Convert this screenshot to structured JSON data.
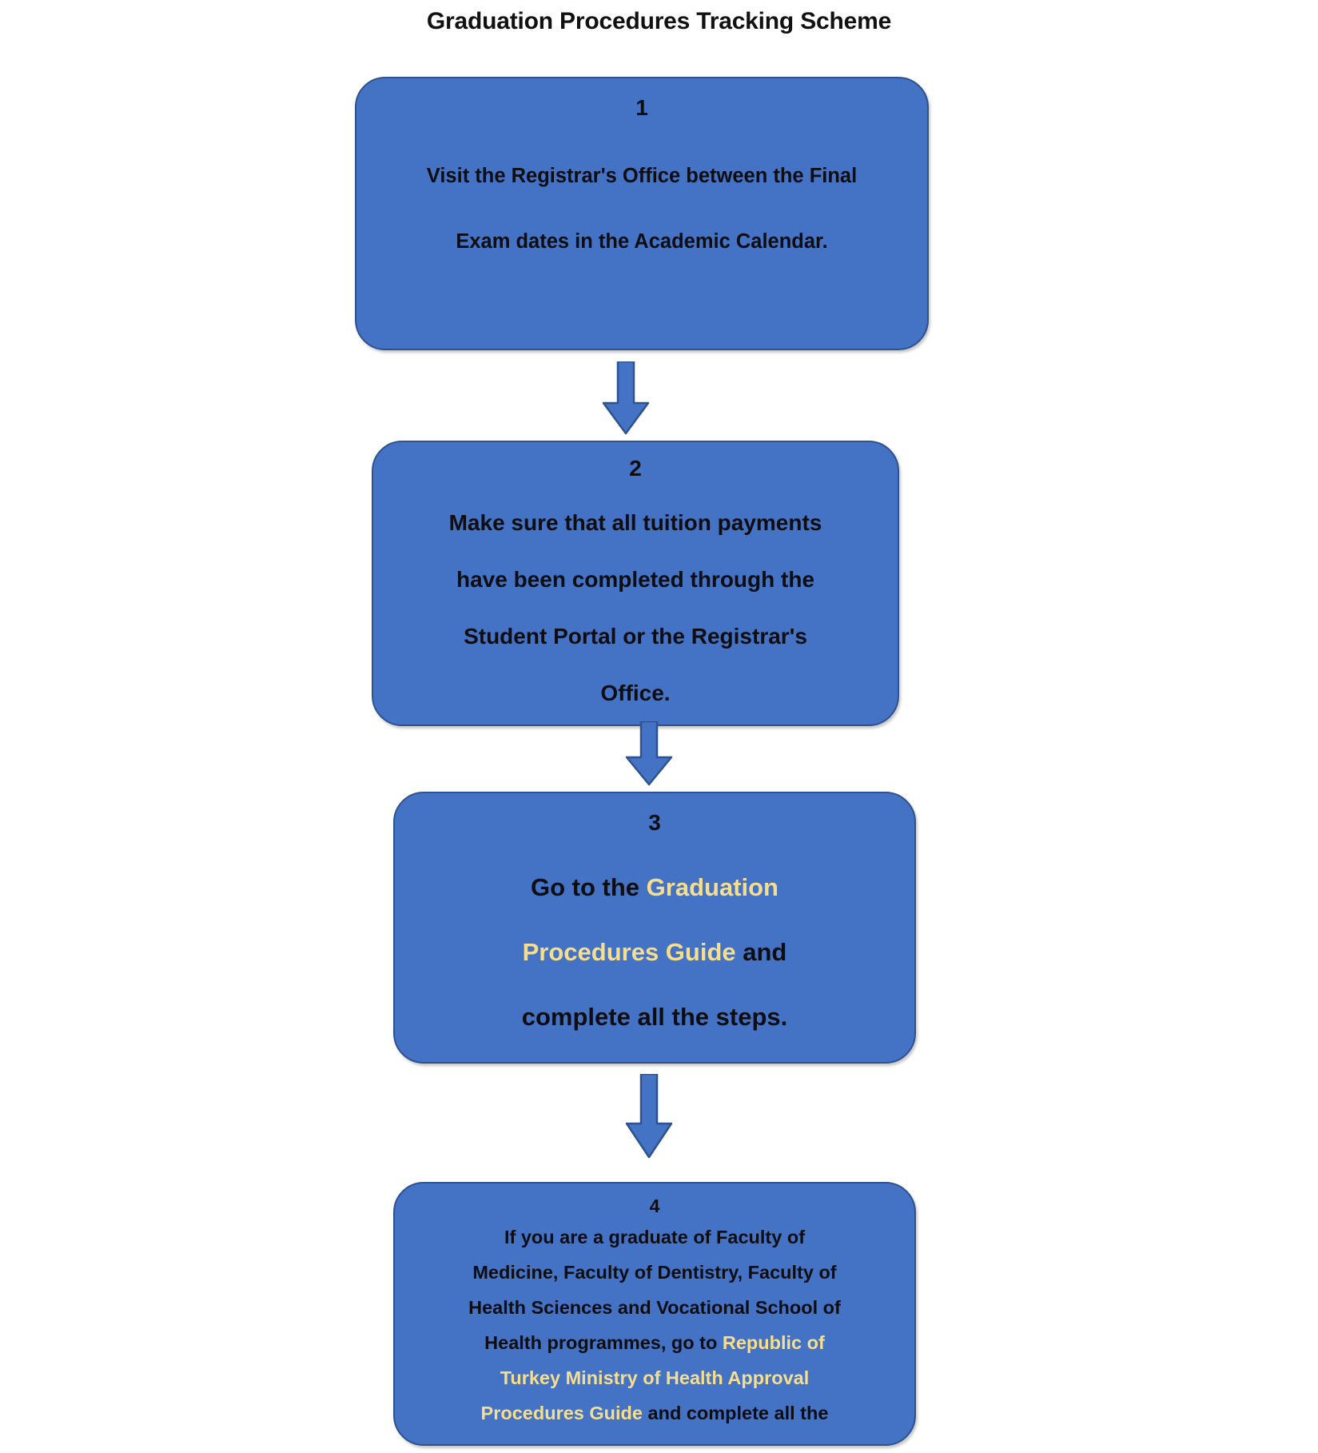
{
  "diagram": {
    "title": "Graduation Procedures Tracking Scheme",
    "type": "flowchart",
    "orientation": "vertical",
    "colors": {
      "box_fill": "#4472C4",
      "box_border": "#2E528F",
      "text": "#0d0d12",
      "highlight_text": "#F6DE8D",
      "arrow_fill": "#4472C4",
      "arrow_border": "#2E528F",
      "background": "#FFFFFF"
    },
    "steps": [
      {
        "number": "1",
        "lines": [
          {
            "segments": [
              {
                "text": "Visit the Registrar's Office between the Final",
                "highlight": false
              }
            ]
          },
          {
            "segments": [
              {
                "text": "Exam dates in the Academic Calendar.",
                "highlight": false
              }
            ]
          }
        ]
      },
      {
        "number": "2",
        "clipped": true,
        "lines": [
          {
            "segments": [
              {
                "text": "Make sure that all tuition payments",
                "highlight": false
              }
            ]
          },
          {
            "segments": [
              {
                "text": "have been completed through the",
                "highlight": false
              }
            ]
          },
          {
            "segments": [
              {
                "text": "Student Portal or the Registrar's",
                "highlight": false
              }
            ]
          },
          {
            "segments": [
              {
                "text": "Office.",
                "highlight": false
              }
            ]
          }
        ]
      },
      {
        "number": "3",
        "lines": [
          {
            "segments": [
              {
                "text": "Go to the ",
                "highlight": false
              },
              {
                "text": "Graduation",
                "highlight": true
              }
            ]
          },
          {
            "segments": [
              {
                "text": "Procedures Guide",
                "highlight": true
              },
              {
                "text": " and",
                "highlight": false
              }
            ]
          },
          {
            "segments": [
              {
                "text": "complete all the steps.",
                "highlight": false
              }
            ]
          }
        ]
      },
      {
        "number": "4",
        "clipped": true,
        "lines": [
          {
            "segments": [
              {
                "text": "If you are a graduate of Faculty of",
                "highlight": false
              }
            ]
          },
          {
            "segments": [
              {
                "text": "Medicine, Faculty of Dentistry, Faculty of",
                "highlight": false
              }
            ]
          },
          {
            "segments": [
              {
                "text": "Health Sciences and Vocational School of",
                "highlight": false
              }
            ]
          },
          {
            "segments": [
              {
                "text": "Health programmes, go to ",
                "highlight": false
              },
              {
                "text": "Republic of",
                "highlight": true
              }
            ]
          },
          {
            "segments": [
              {
                "text": "Turkey Ministry of Health Approval",
                "highlight": true
              }
            ]
          },
          {
            "segments": [
              {
                "text": "Procedures Guide",
                "highlight": true
              },
              {
                "text": " and complete all the",
                "highlight": false
              }
            ]
          }
        ]
      }
    ],
    "connectors": [
      {
        "from": "1",
        "to": "2",
        "icon": "down-arrow-icon"
      },
      {
        "from": "2",
        "to": "3",
        "icon": "down-arrow-icon"
      },
      {
        "from": "3",
        "to": "4",
        "icon": "down-arrow-icon"
      }
    ]
  }
}
